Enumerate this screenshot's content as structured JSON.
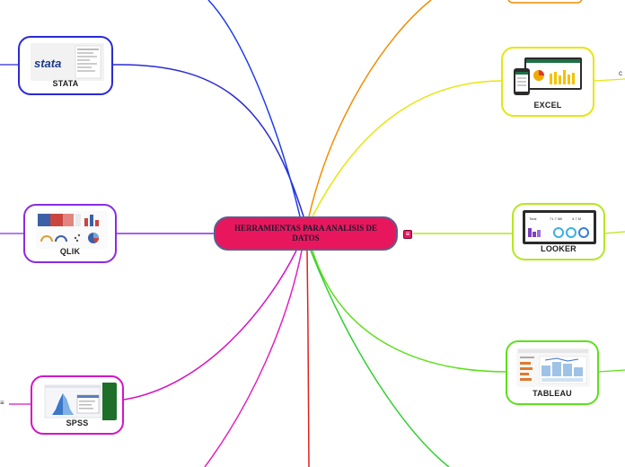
{
  "center": {
    "title": "HERRAMIENTAS PARA ANALISIS DE DATOS",
    "menu_icon": "menu-icon"
  },
  "nodes": {
    "stata": {
      "label": "STATA",
      "logo_text": "stata",
      "color": "#2a2ad6"
    },
    "excel": {
      "label": "EXCEL",
      "color": "#e6e60f"
    },
    "qlik": {
      "label": "QLIK",
      "color": "#8a2be2"
    },
    "looker": {
      "label": "LOOKER",
      "color": "#b6e61e",
      "kpi": [
        "Total",
        "71.7 Mil",
        "4.7 M"
      ]
    },
    "tableau": {
      "label": "TABLEAU",
      "color": "#5de01c"
    },
    "spss": {
      "label": "SPSS",
      "color": "#d414c9",
      "icon": "menu-icon"
    }
  },
  "edge_marks": {
    "excel_right": "c"
  },
  "colors": {
    "accent": "#e8175d",
    "orange": "#f28c00",
    "red": "#e02020",
    "blue": "#1e3cf0"
  }
}
